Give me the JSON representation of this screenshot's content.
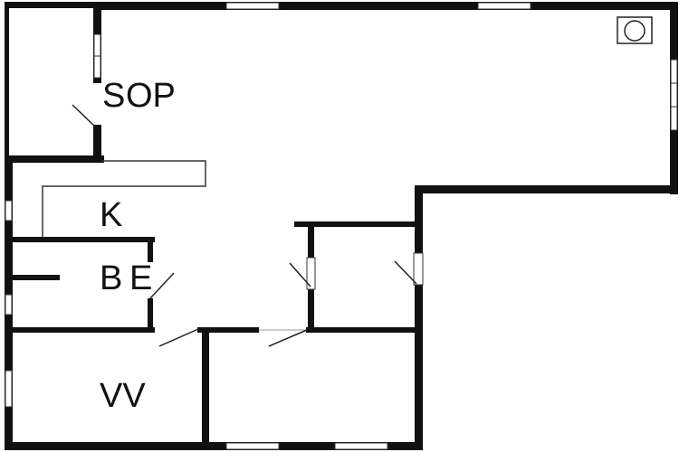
{
  "colors": {
    "wall": "#111111",
    "thin_line": "#333333",
    "background": "#ffffff"
  },
  "rooms": {
    "op": "OP",
    "sov": "S",
    "k": "K",
    "b": "B",
    "e": "E",
    "vv": "VV"
  },
  "icons": {
    "appliance": "stove-burner-icon"
  }
}
